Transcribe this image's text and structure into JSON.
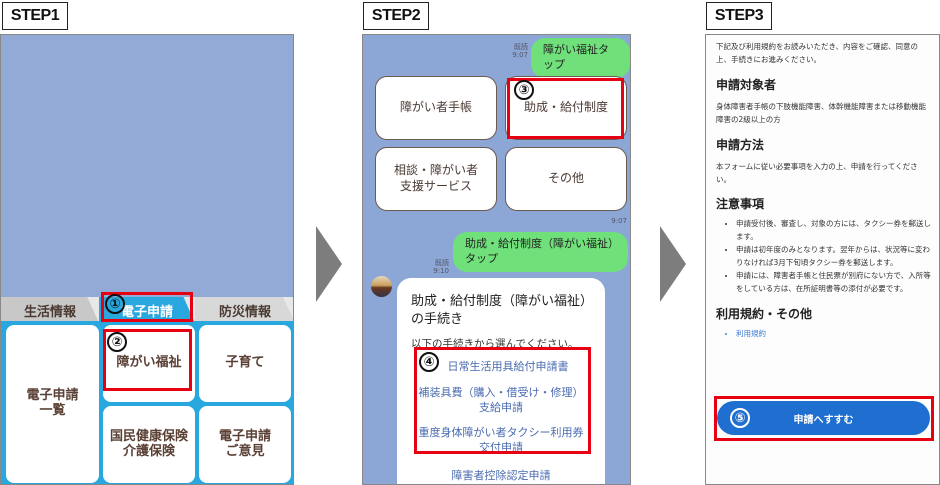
{
  "steps": [
    "STEP1",
    "STEP2",
    "STEP3"
  ],
  "markers": [
    "①",
    "②",
    "③",
    "④",
    "⑤"
  ],
  "step1": {
    "tabs": [
      "生活情報",
      "電子申請",
      "防災情報"
    ],
    "tiles": {
      "list": "電子申請\n一覧",
      "welfare": "障がい福祉",
      "childcare": "子育て",
      "insurance": "国民健康保険\n介護保険",
      "opinion": "電子申請\nご意見"
    }
  },
  "step2": {
    "msg1": {
      "read": "既読",
      "time": "9:07",
      "text": "障がい福祉タップ"
    },
    "buttons": [
      "障がい者手帳",
      "助成・給付制度",
      "相談・障がい者\n支援サービス",
      "その他"
    ],
    "buttons_time": "9:07",
    "msg2": {
      "read": "既読",
      "time": "9:10",
      "text": "助成・給付制度（障がい福祉）タップ"
    },
    "card": {
      "title": "助成・給付制度（障がい福祉）の手続き",
      "subtitle": "以下の手続きから選んでください。",
      "links": [
        "日常生活用具給付申請書",
        "補装具費（購入・借受け・修理）\n支給申請",
        "重度身体障がい者タクシー利用券\n交付申請",
        "障害者控除認定申請"
      ]
    }
  },
  "step3": {
    "intro": "下記及び利用規約をお読みいただき、内容をご確認、同意の上、手続きにお進みください。",
    "sections": [
      {
        "heading": "申請対象者",
        "body": "身体障害者手帳の下肢機能障害、体幹機能障害または移動機能障害の2級以上の方"
      },
      {
        "heading": "申請方法",
        "body": "本フォームに従い必要事項を入力の上、申請を行ってください。"
      }
    ],
    "notes_heading": "注意事項",
    "notes": [
      "申請受付後、審査し、対象の方には、タクシー券を郵送します。",
      "申請は初年度のみとなります。翌年からは、状況等に変わりなければ3月下旬頃タクシー券を郵送します。",
      "申請には、障害者手帳と住民票が別府にない方で、入所等をしている方は、在所証明書等の添付が必要です。"
    ],
    "terms_heading": "利用規約・その他",
    "terms_link": "利用規約",
    "proceed_button": "申請へすすむ"
  },
  "colors": {
    "highlight": "#e60012",
    "tab_active": "#29a8e0",
    "chat_bg": "#8ca6d6",
    "bubble": "#6fe07a",
    "primary": "#1f6fd0"
  }
}
